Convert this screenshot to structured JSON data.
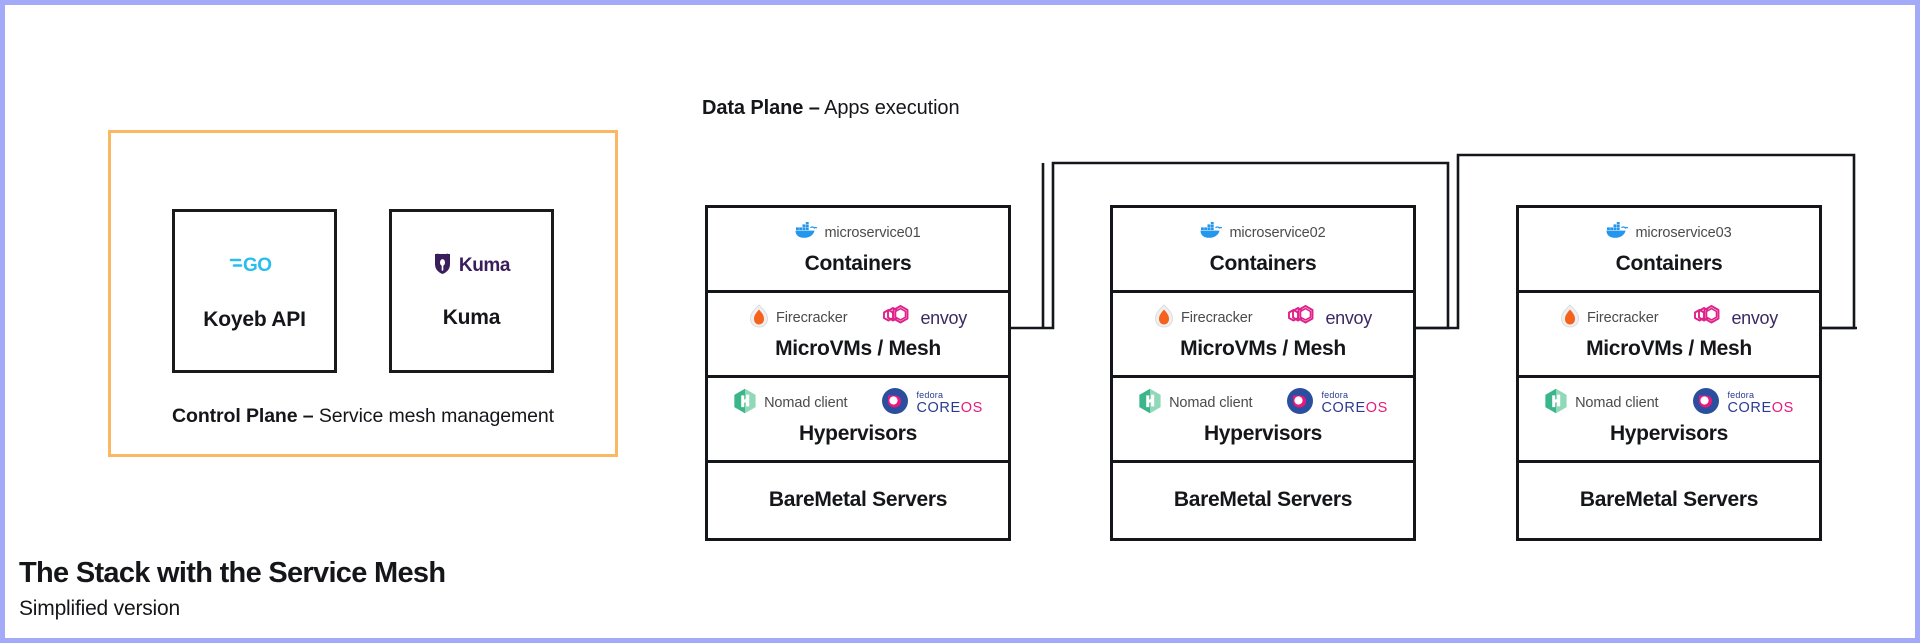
{
  "footer": {
    "title": "The Stack with the Service Mesh",
    "subtitle": "Simplified version"
  },
  "control_plane": {
    "caption_bold": "Control Plane –",
    "caption_rest": " Service mesh management",
    "border_color": "#fbb862",
    "boxes": [
      {
        "label": "Koyeb API",
        "logo": "go-logo",
        "logo_text": "GO",
        "logo_color": "#29beec"
      },
      {
        "label": "Kuma",
        "logo": "kuma-logo",
        "logo_text": "Kuma",
        "logo_color": "#3a1d5b"
      }
    ]
  },
  "data_plane": {
    "header_bold": "Data Plane –",
    "header_rest": " Apps execution",
    "stacks": [
      {
        "id": "stack-0",
        "layers": [
          {
            "title": "Containers",
            "logos": [
              {
                "icon": "docker-icon",
                "label": "microservice01"
              }
            ]
          },
          {
            "title": "MicroVMs / Mesh",
            "logos": [
              {
                "icon": "firecracker-icon",
                "label": "Firecracker"
              },
              {
                "icon": "envoy-icon",
                "label": "envoy"
              }
            ]
          },
          {
            "title": "Hypervisors",
            "logos": [
              {
                "icon": "nomad-icon",
                "label": "Nomad client"
              },
              {
                "icon": "fedora-coreos-icon",
                "label": "fedora COREOS"
              }
            ]
          },
          {
            "title": "BareMetal Servers",
            "logos": []
          }
        ]
      },
      {
        "id": "stack-1",
        "layers": [
          {
            "title": "Containers",
            "logos": [
              {
                "icon": "docker-icon",
                "label": "microservice02"
              }
            ]
          },
          {
            "title": "MicroVMs / Mesh",
            "logos": [
              {
                "icon": "firecracker-icon",
                "label": "Firecracker"
              },
              {
                "icon": "envoy-icon",
                "label": "envoy"
              }
            ]
          },
          {
            "title": "Hypervisors",
            "logos": [
              {
                "icon": "nomad-icon",
                "label": "Nomad client"
              },
              {
                "icon": "fedora-coreos-icon",
                "label": "fedora COREOS"
              }
            ]
          },
          {
            "title": "BareMetal Servers",
            "logos": []
          }
        ]
      },
      {
        "id": "stack-2",
        "layers": [
          {
            "title": "Containers",
            "logos": [
              {
                "icon": "docker-icon",
                "label": "microservice03"
              }
            ]
          },
          {
            "title": "MicroVMs / Mesh",
            "logos": [
              {
                "icon": "firecracker-icon",
                "label": "Firecracker"
              },
              {
                "icon": "envoy-icon",
                "label": "envoy"
              }
            ]
          },
          {
            "title": "Hypervisors",
            "logos": [
              {
                "icon": "nomad-icon",
                "label": "Nomad client"
              },
              {
                "icon": "fedora-coreos-icon",
                "label": "fedora COREOS"
              }
            ]
          },
          {
            "title": "BareMetal Servers",
            "logos": []
          }
        ]
      }
    ]
  },
  "fedora_coreos": {
    "fedora": "fedora",
    "core": "CORE",
    "os": "OS"
  },
  "colors": {
    "canvas_border": "#a3aaf7",
    "box_border": "#15161a",
    "control_plane_border": "#fbb862",
    "docker_blue": "#2396ed",
    "firecracker_orange": "#f5621d",
    "envoy_pink": "#e0218a",
    "envoy_purple": "#3b2a63",
    "nomad_green": "#3bb58a",
    "fedora_blue": "#2b3a8f",
    "fedora_pink": "#e8197d",
    "go_cyan": "#29beec",
    "kuma_purple": "#3a1d5b"
  }
}
